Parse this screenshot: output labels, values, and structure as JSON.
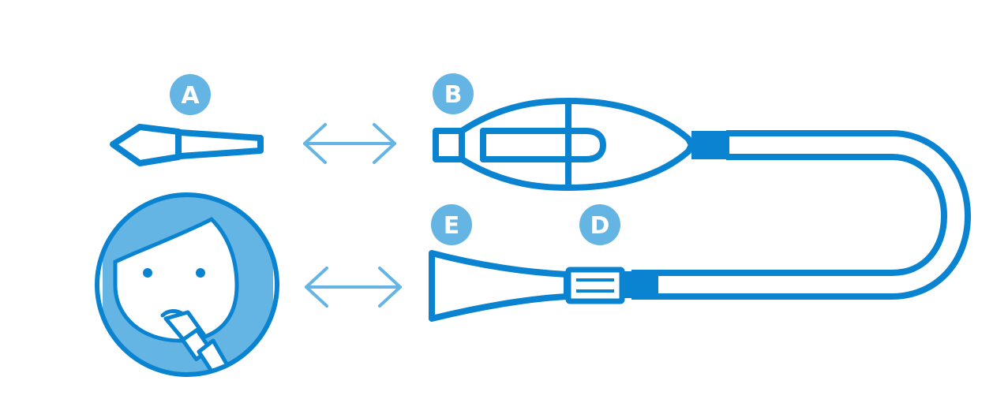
{
  "labels": {
    "a": "A",
    "b": "B",
    "d": "D",
    "e": "E"
  },
  "colors": {
    "primary": "#0a84d0",
    "light": "#64b4e4",
    "background": "#ffffff"
  },
  "icons": [
    "nasal-tip-icon",
    "double-arrow-icon",
    "bulb-filter-icon",
    "tube-icon",
    "connector-icon",
    "mouthpiece-icon",
    "child-face-icon"
  ]
}
